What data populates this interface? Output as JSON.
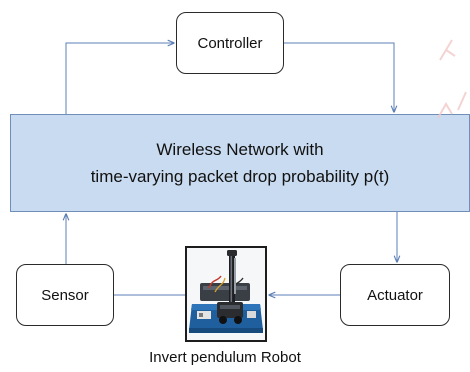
{
  "nodes": {
    "controller": "Controller",
    "sensor": "Sensor",
    "actuator": "Actuator",
    "network_line1": "Wireless Network with",
    "network_line2": "time-varying packet drop probability p(t)"
  },
  "robot": {
    "caption": "Invert pendulum Robot"
  },
  "colors": {
    "network_fill": "#c9dbf0",
    "arrow": "#5b7fb5",
    "box_border": "#2b2b2b"
  }
}
